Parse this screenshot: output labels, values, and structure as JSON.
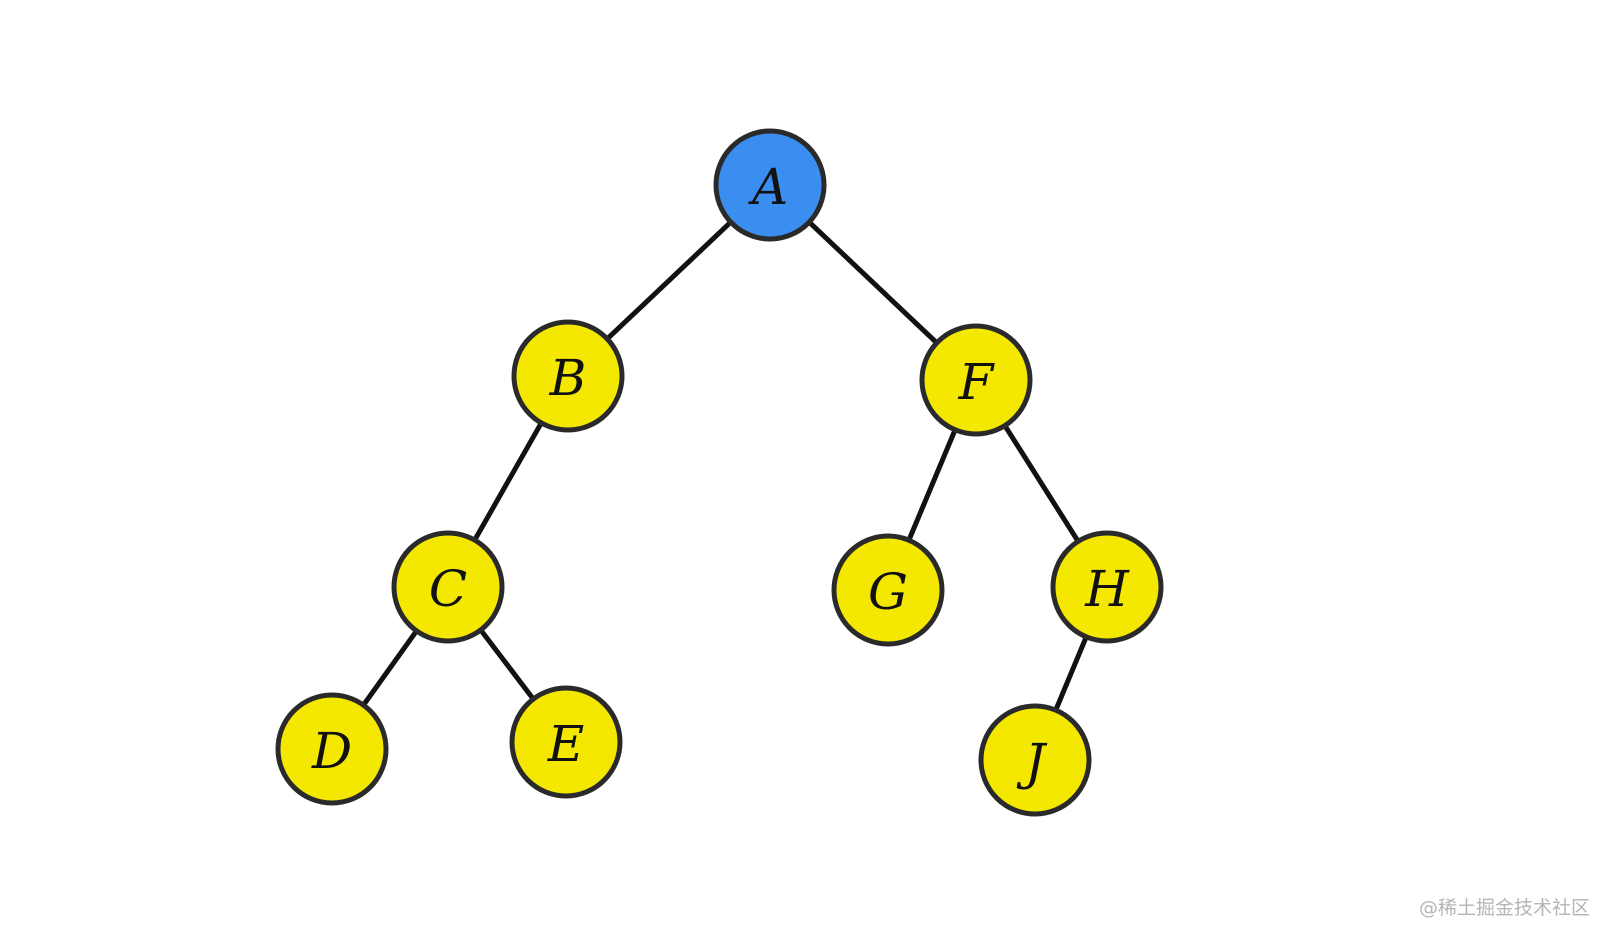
{
  "diagram": {
    "colors": {
      "root_fill": "#3a8ef0",
      "node_fill": "#f5e800",
      "outline": "#2a2a2a",
      "edge": "#111111"
    },
    "nodes": [
      {
        "id": "A",
        "label": "A",
        "role": "root"
      },
      {
        "id": "B",
        "label": "B"
      },
      {
        "id": "F",
        "label": "F"
      },
      {
        "id": "C",
        "label": "C"
      },
      {
        "id": "G",
        "label": "G"
      },
      {
        "id": "H",
        "label": "H"
      },
      {
        "id": "D",
        "label": "D"
      },
      {
        "id": "E",
        "label": "E"
      },
      {
        "id": "J",
        "label": "J"
      }
    ],
    "edges": [
      {
        "from": "A",
        "to": "B"
      },
      {
        "from": "A",
        "to": "F"
      },
      {
        "from": "B",
        "to": "C"
      },
      {
        "from": "C",
        "to": "D"
      },
      {
        "from": "C",
        "to": "E"
      },
      {
        "from": "F",
        "to": "G"
      },
      {
        "from": "F",
        "to": "H"
      },
      {
        "from": "H",
        "to": "J"
      }
    ]
  },
  "watermark": "@稀土掘金技术社区"
}
